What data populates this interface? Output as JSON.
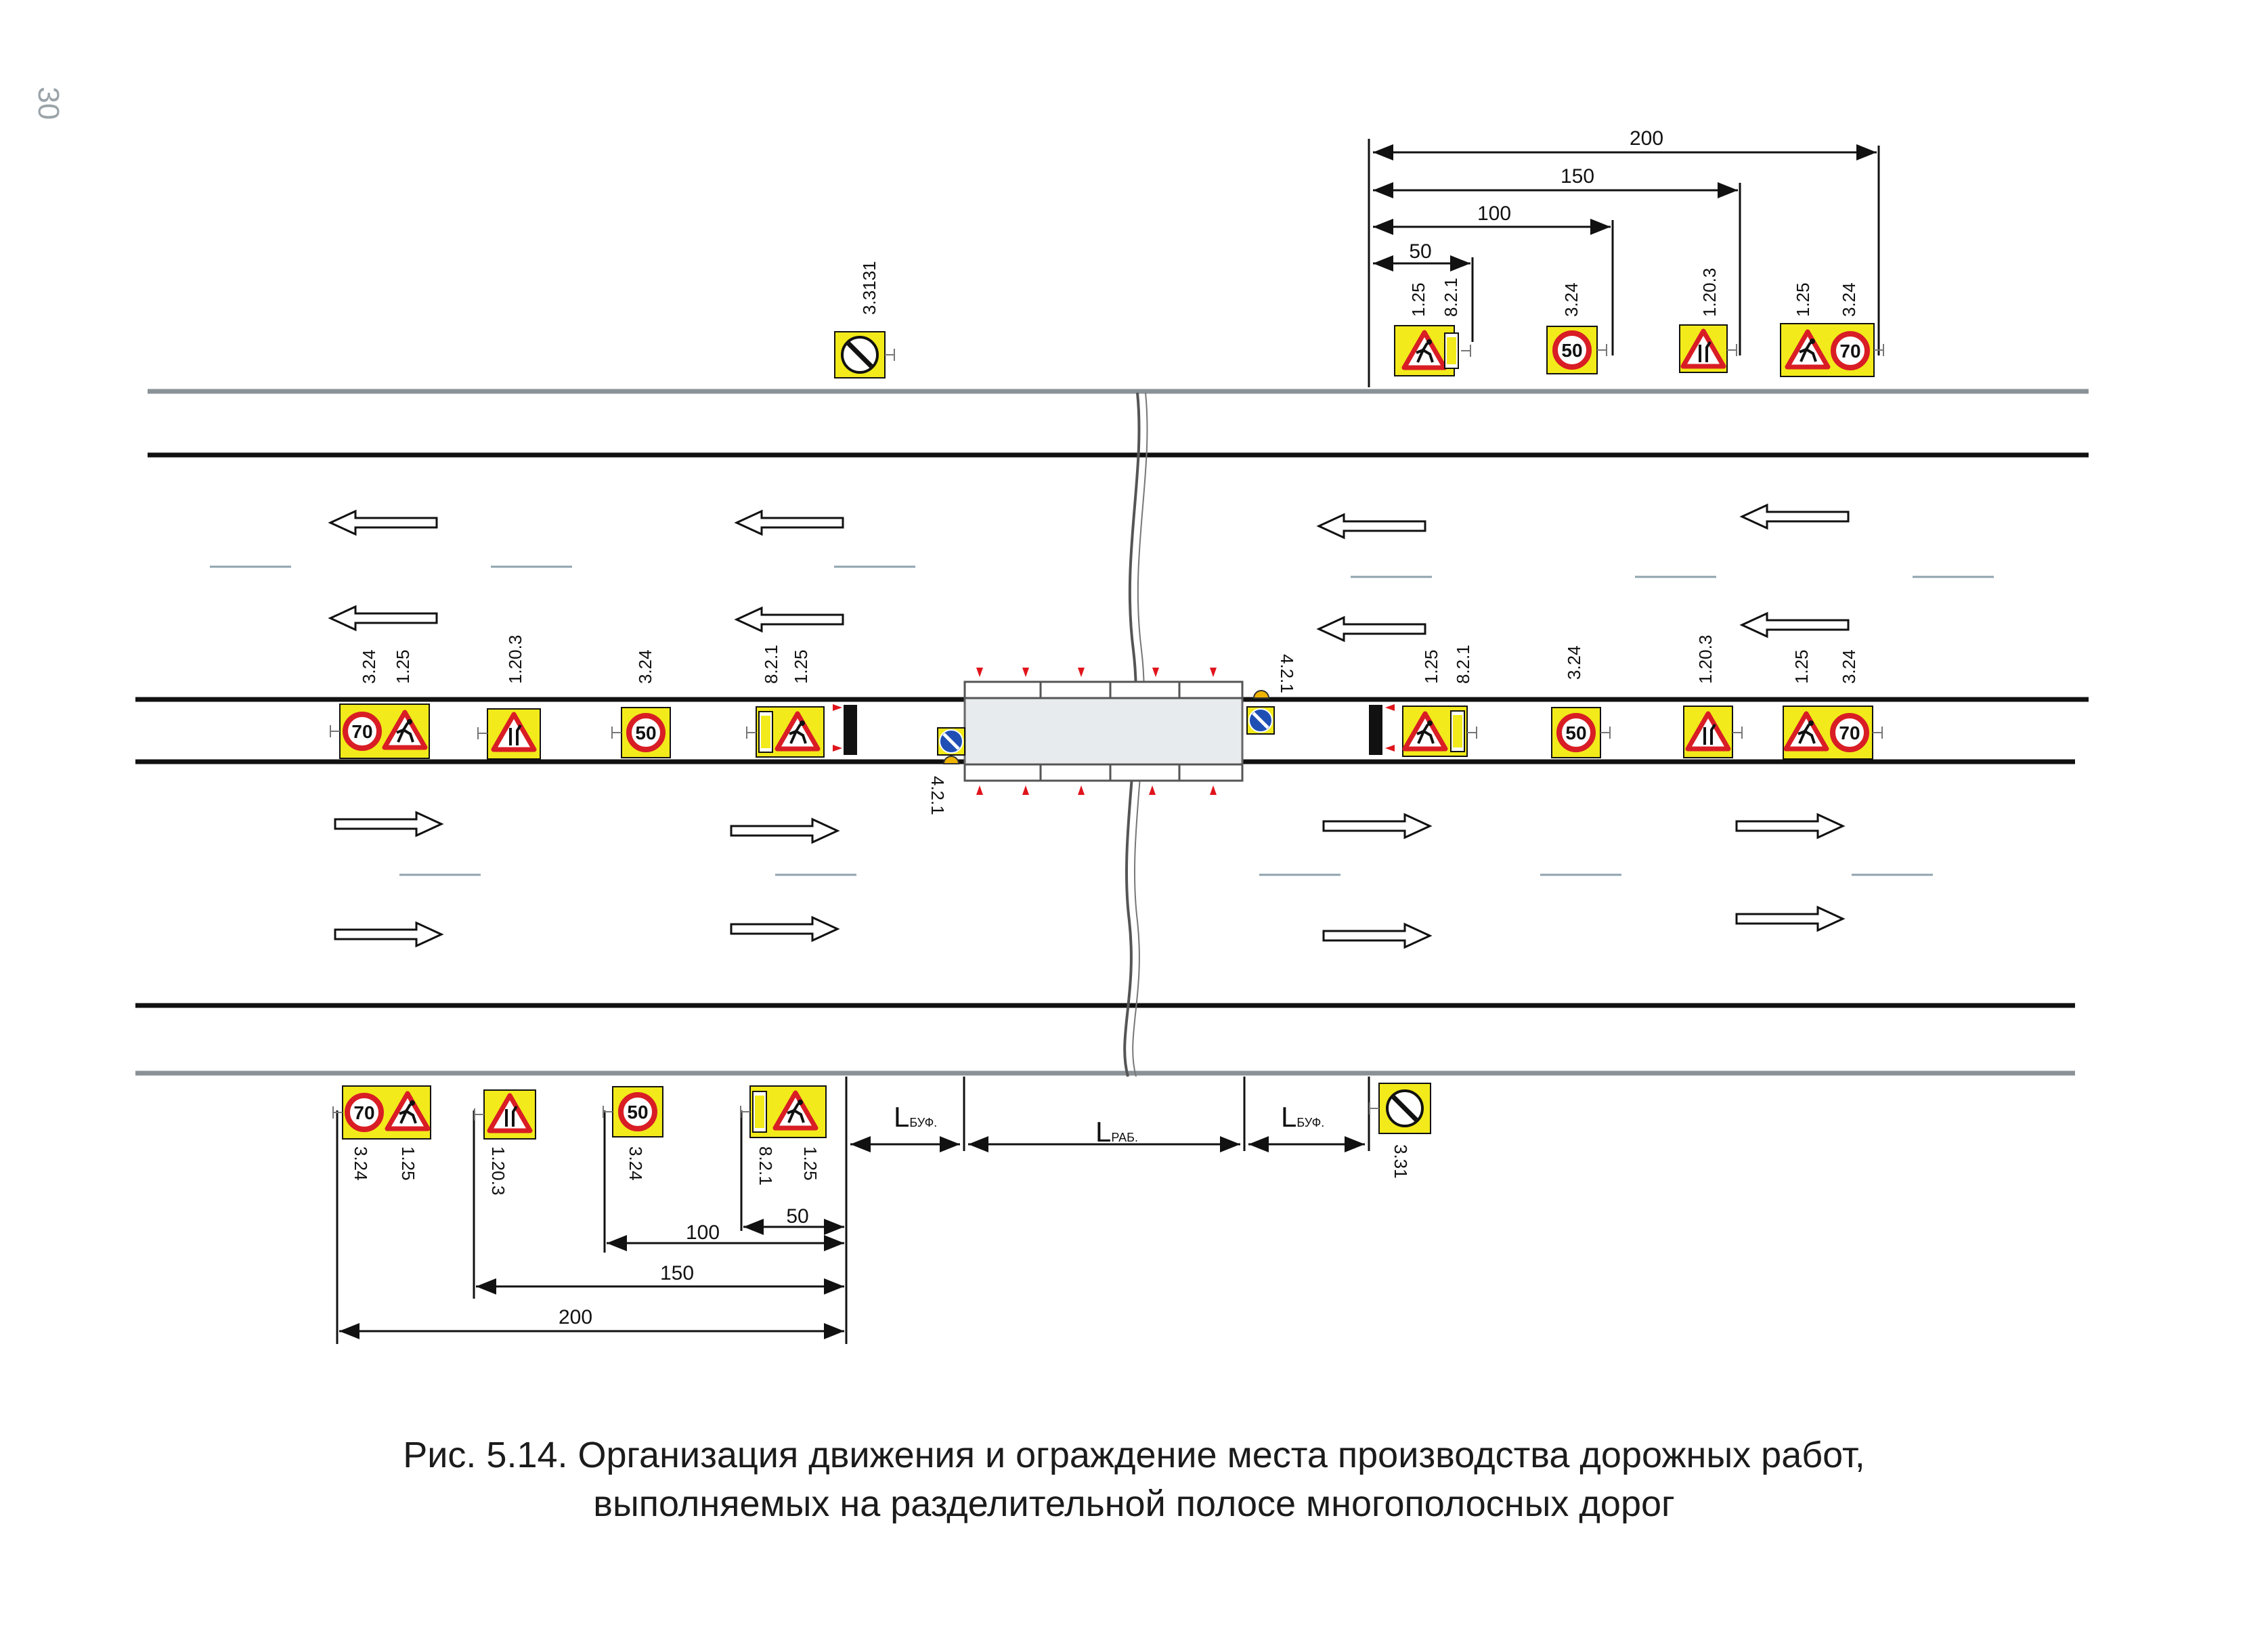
{
  "page_number": "30",
  "caption": {
    "line1": "Рис. 5.14.  Организация движения и ограждение места производства дорожных работ,",
    "line2": "выполняемых на  разделительной полосе многополосных дорог"
  },
  "colors": {
    "sign_yellow": "#f2ea1a",
    "sign_red": "#d91d25",
    "pass_blue": "#1f4fb5",
    "edge_gray": "#8a9297",
    "line_black": "#111111"
  },
  "sign_codes": {
    "c125": "1.25",
    "c324": "3.24",
    "c1203": "1.20.3",
    "c821": "8.2.1",
    "c331": "3.31",
    "c3331": "3.3131",
    "c421": "4.2.1"
  },
  "speed_limits": {
    "s70": "70",
    "s50": "50"
  },
  "distances": {
    "d200": "200",
    "d150": "150",
    "d100": "100",
    "d50": "50"
  },
  "zones": {
    "l_buf": "L",
    "l_buf_sub": "БУФ.",
    "l_rab": "L",
    "l_rab_sub": "РАБ."
  }
}
